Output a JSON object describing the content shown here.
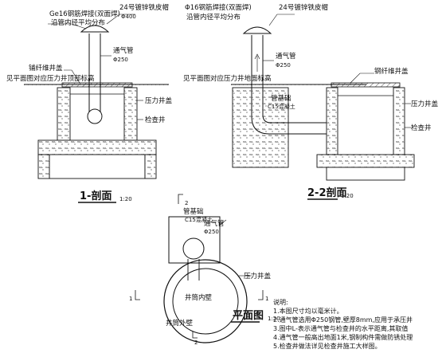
{
  "section1": {
    "left_note_1": "Ge16钢筋焊接(双面焊)",
    "left_note_2": "沿管内径平均分布",
    "cap_note": "24号镀锌铁皮帽",
    "cap_dim": "Φ400",
    "pipe_label": "通气管",
    "pipe_dim": "Φ250",
    "fill_label": "铺纤维井盖",
    "level_note": "见平面图对应压力井顶部标高",
    "cover_label": "压力井盖",
    "well_label": "检查井",
    "title": "1-剖面",
    "scale": "1:20",
    "cut_mark": "2"
  },
  "section2": {
    "left_note_1": "Φ16钢筋焊接(双面焊)",
    "left_note_2": "沿管内径平均分布",
    "cap_note": "24号镀锌铁皮帽",
    "pipe_label": "通气管",
    "pipe_dim": "Φ250",
    "fill_label": "钢纤维井盖",
    "level_note": "见平面图对应压力井地面标高",
    "base_label_1": "管基础",
    "base_label_2": "C15混凝土",
    "cover_label": "压力井盖",
    "well_label": "检查井",
    "title": "2-2剖面",
    "scale": "1:20"
  },
  "plan": {
    "base_label_1": "管基础",
    "base_label_2": "C15混凝土",
    "pipe_label": "通气管",
    "pipe_dim": "Φ250",
    "cover_label": "压力井盖",
    "inner_label": "井筒内壁",
    "outer_label": "井筒外壁",
    "title": "平面图",
    "scale": "1:20",
    "cut_left": "1",
    "cut_right": "1",
    "cut_bottom": "2"
  },
  "notes": {
    "heading": "说明:",
    "items": [
      "1.本图尺寸均以毫米计。",
      "2.通气管选用Φ250钢管,壁厚8mm,应用于承压井",
      "3.图中L-表示通气管与检查井的水平距离,其取值",
      "4.通气管一般高出地面1米,钢制构件需做防锈处理",
      "5.检查井做法详见检查井施工大样图。"
    ]
  }
}
